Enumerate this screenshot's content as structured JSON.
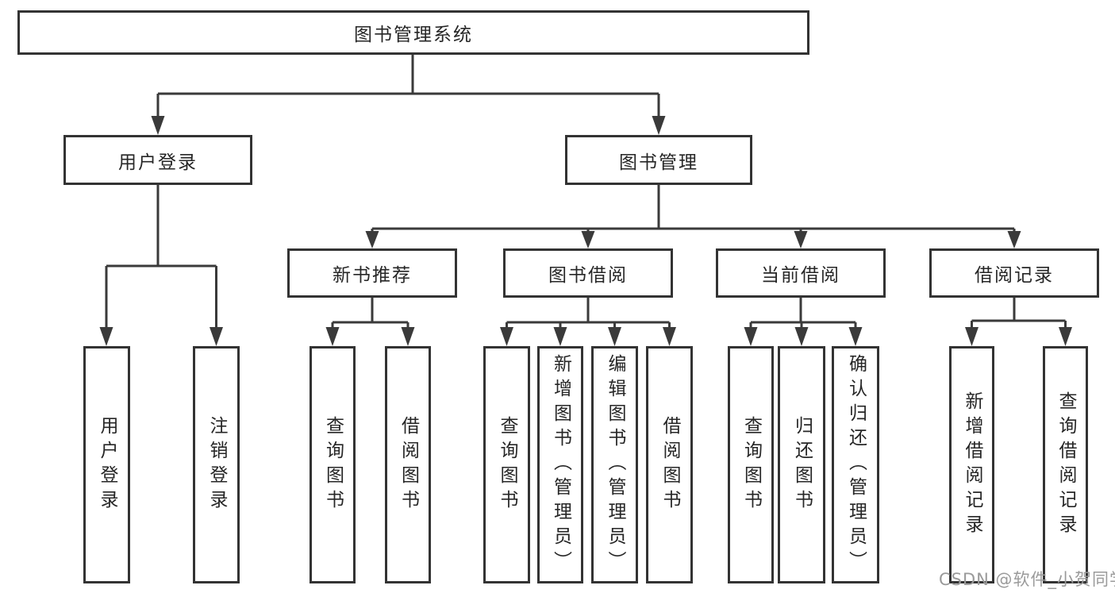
{
  "title": {
    "label": "图书管理系统"
  },
  "branches": {
    "user_login": {
      "label": "用户登录",
      "leaves": [
        "用户登录",
        "注销登录"
      ]
    },
    "book_management": {
      "label": "图书管理",
      "groups": [
        {
          "label": "新书推荐",
          "leaves": [
            "查询图书",
            "借阅图书"
          ]
        },
        {
          "label": "图书借阅",
          "leaves": [
            "查询图书",
            "新增图书（管理员）",
            "编辑图书（管理员）",
            "借阅图书"
          ]
        },
        {
          "label": "当前借阅",
          "leaves": [
            "查询图书",
            "归还图书",
            "确认归还（管理员）"
          ]
        },
        {
          "label": "借阅记录",
          "leaves": [
            "新增借阅记录",
            "查询借阅记录"
          ]
        }
      ]
    }
  },
  "watermark": "CSDN @软件_小贺同学",
  "colors": {
    "line": "#3a3a3a",
    "box_border": "#333333",
    "text": "#262626",
    "watermark": "#9a9a9a",
    "background": "#ffffff"
  }
}
